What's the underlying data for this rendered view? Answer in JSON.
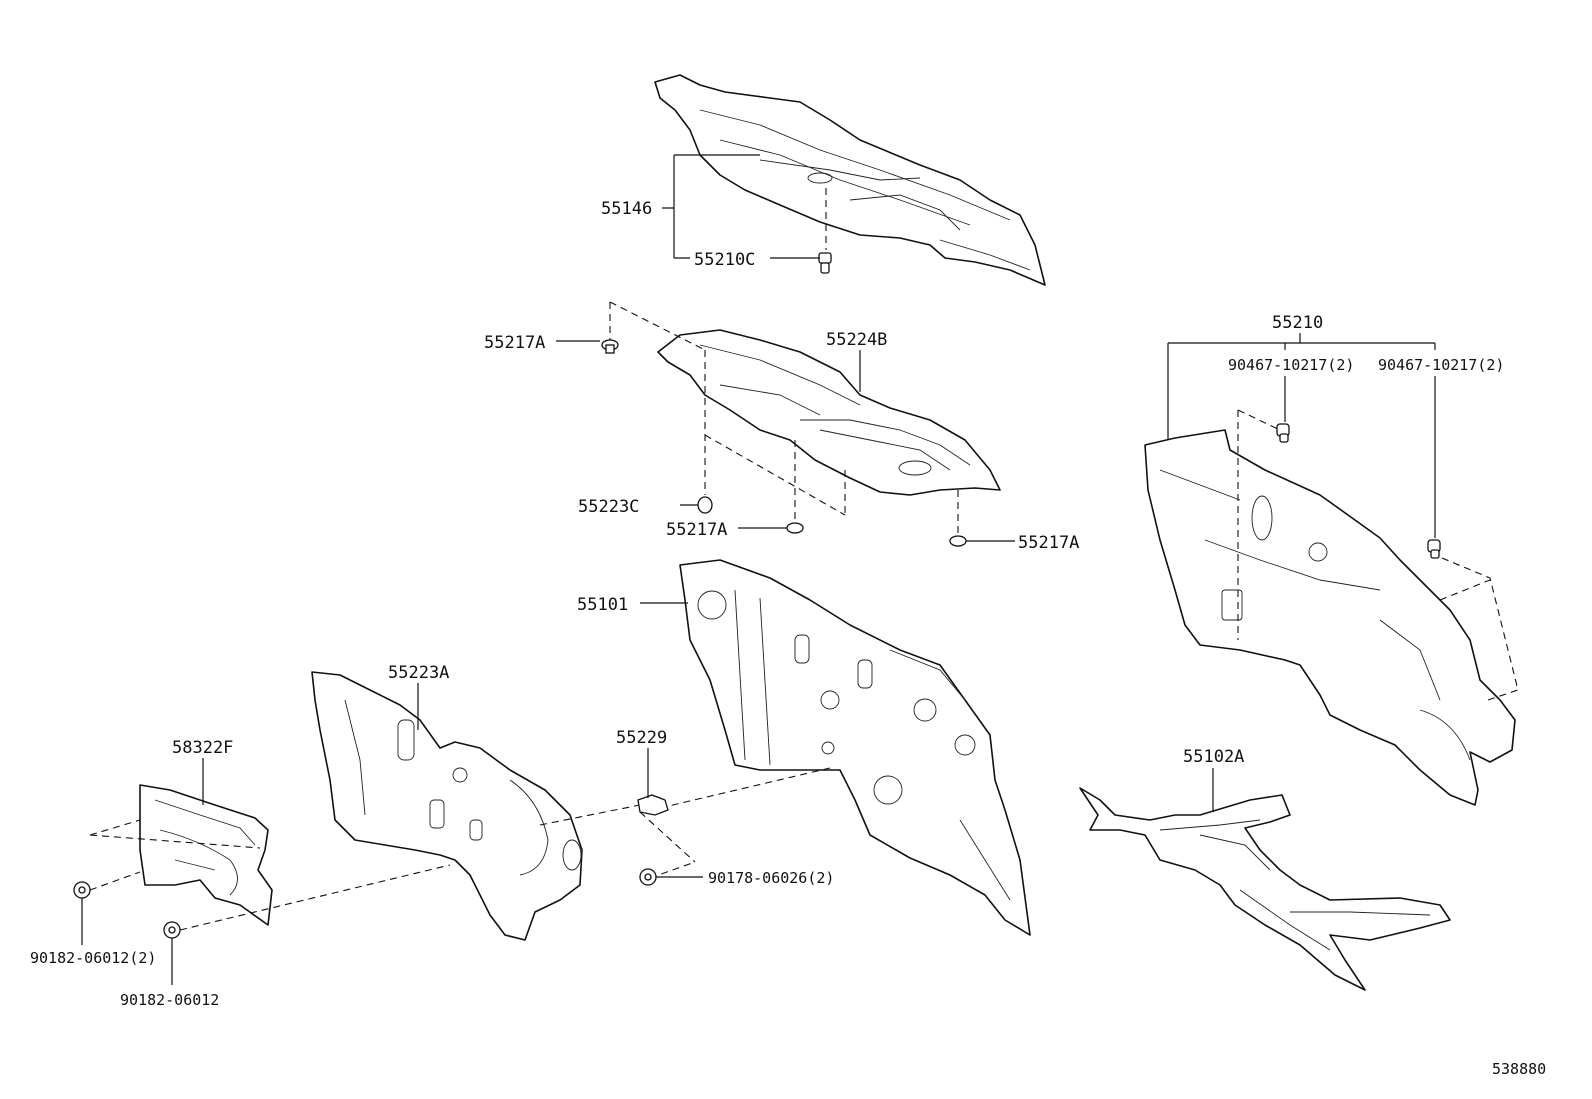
{
  "labels": {
    "p55146": "55146",
    "p55210C": "55210C",
    "p55217A_top": "55217A",
    "p55224B": "55224B",
    "p55223C": "55223C",
    "p55217A_mid": "55217A",
    "p55217A_right": "55217A",
    "p55101": "55101",
    "p55223A": "55223A",
    "p58322F": "58322F",
    "p55229": "55229",
    "p90178": "90178-06026(2)",
    "p90182_pair": "90182-06012(2)",
    "p90182_single": "90182-06012",
    "p55210": "55210",
    "p90467_left": "90467-10217(2)",
    "p90467_right": "90467-10217(2)",
    "p55102A": "55102A",
    "diagram_id": "538880"
  }
}
